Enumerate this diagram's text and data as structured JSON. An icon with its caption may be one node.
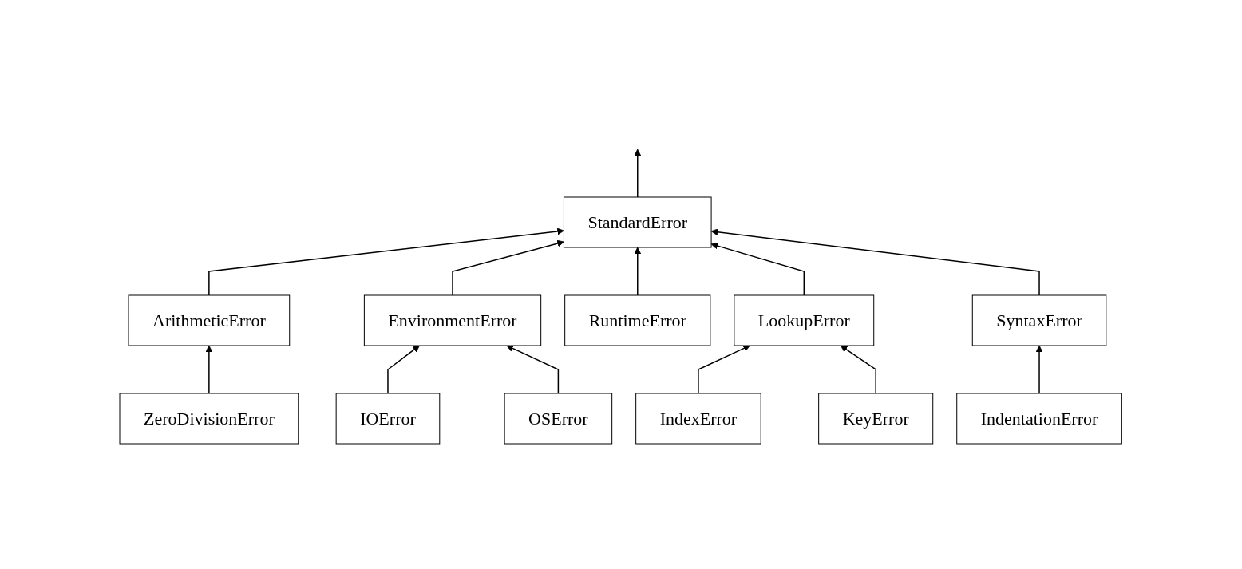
{
  "diagram": {
    "nodes": [
      {
        "text": [
          "StandardError"
        ]
      },
      {
        "text": [
          "ArithmeticError"
        ]
      },
      {
        "text": [
          "EnvironmentError"
        ]
      },
      {
        "text": [
          "RuntimeError"
        ]
      },
      {
        "text": [
          "LookupError"
        ]
      },
      {
        "text": [
          "SyntaxError"
        ]
      },
      {
        "text": [
          "ZeroDivisionError"
        ]
      },
      {
        "text": [
          "IOError"
        ]
      },
      {
        "text": [
          "OSError"
        ]
      },
      {
        "text": [
          "IndexError"
        ]
      },
      {
        "text": [
          "KeyError"
        ]
      },
      {
        "text": [
          "IndentationError"
        ]
      }
    ],
    "edges": [
      {
        "from": 0,
        "to": null,
        "arrow": "to"
      },
      {
        "from": 1,
        "to": 0,
        "arrow": "to"
      },
      {
        "from": 2,
        "to": 0,
        "arrow": "to"
      },
      {
        "from": 3,
        "to": 0,
        "arrow": "to"
      },
      {
        "from": 4,
        "to": 0,
        "arrow": "to"
      },
      {
        "from": 5,
        "to": 0,
        "arrow": "to"
      },
      {
        "from": 6,
        "to": 1,
        "arrow": "to"
      },
      {
        "from": 7,
        "to": 2,
        "arrow": "to"
      },
      {
        "from": 8,
        "to": 2,
        "arrow": "to"
      },
      {
        "from": 9,
        "to": 4,
        "arrow": "to"
      },
      {
        "from": 10,
        "to": 4,
        "arrow": "to"
      },
      {
        "from": 11,
        "to": 5,
        "arrow": "to"
      }
    ]
  }
}
